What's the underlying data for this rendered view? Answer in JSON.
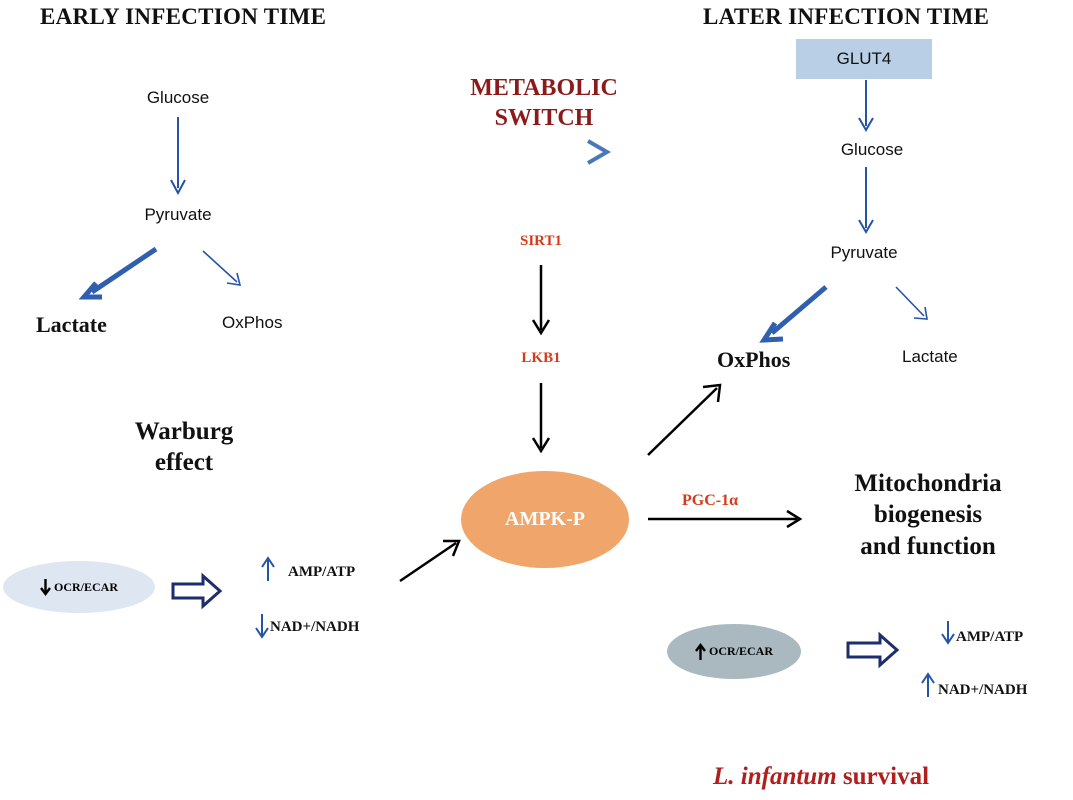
{
  "colors": {
    "blue_arrow": "#2453a8",
    "switch_arrow": "#5b86c4",
    "label_red": "#d63a1b",
    "title_red": "#8b1a1a",
    "ampk_fill": "#f0a56b",
    "glut_fill": "#b8cfe6",
    "early_ellipse": "#dde6f1",
    "late_ellipse": "#a9b9bf",
    "outline_arrow": "#1e2d6b"
  },
  "early": {
    "heading": "EARLY INFECTION TIME",
    "glucose": "Glucose",
    "pyruvate": "Pyruvate",
    "lactate": "Lactate",
    "oxphos": "OxPhos",
    "warburg_line1": "Warburg",
    "warburg_line2": "effect",
    "ocr_ecar": "OCR/ECAR",
    "amp_atp": "AMP/ATP",
    "nad_nadh": "NAD+/NADH"
  },
  "switch": {
    "line1": "METABOLIC",
    "line2": "SWITCH"
  },
  "center": {
    "sirt1": "SIRT1",
    "lkb1": "LKB1",
    "ampk": "AMPK-P",
    "pgc": "PGC-1α"
  },
  "later": {
    "heading": "LATER INFECTION TIME",
    "glut4": "GLUT4",
    "glucose": "Glucose",
    "pyruvate": "Pyruvate",
    "oxphos": "OxPhos",
    "lactate": "Lactate",
    "mito_line1": "Mitochondria",
    "mito_line2": "biogenesis",
    "mito_line3": "and function",
    "ocr_ecar": "OCR/ECAR",
    "amp_atp": "AMP/ATP",
    "nad_nadh": "NAD+/NADH"
  },
  "footer": {
    "species": "L. infantum",
    "survival": " survival"
  },
  "icons": {
    "up": "arrow-up-icon",
    "down": "arrow-down-icon"
  }
}
